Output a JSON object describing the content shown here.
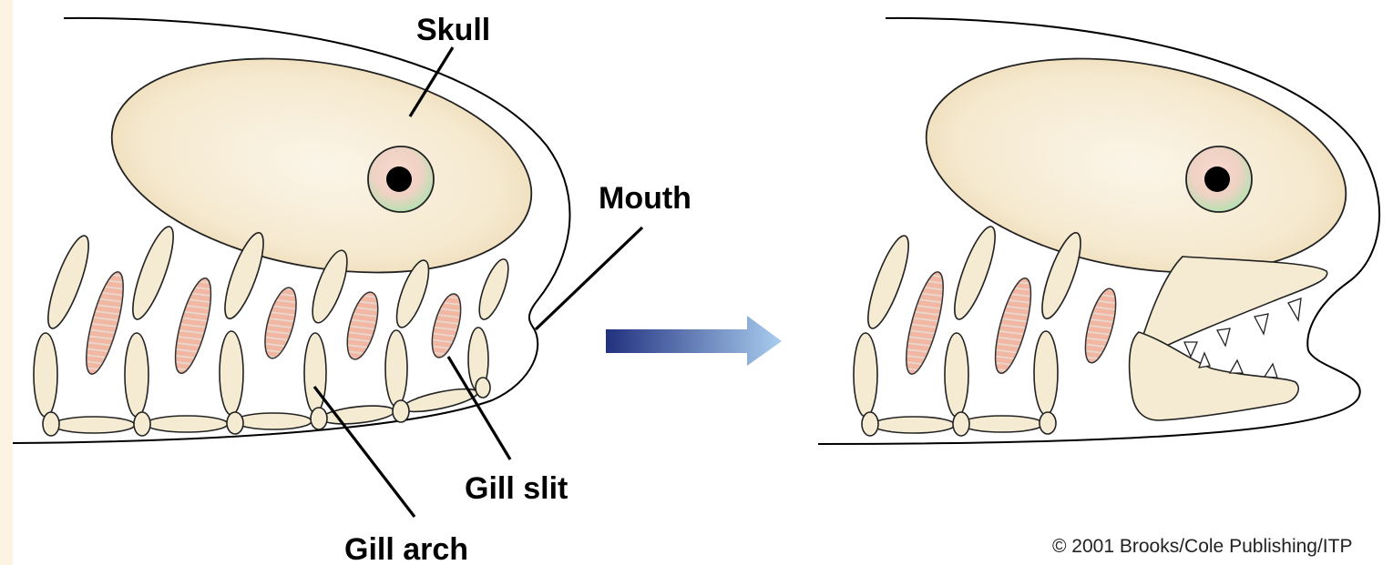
{
  "labels": {
    "skull": "Skull",
    "mouth": "Mouth",
    "gill_slit": "Gill slit",
    "gill_arch": "Gill arch"
  },
  "credit": "© 2001 Brooks/Cole Publishing/ITP",
  "colors": {
    "background": "#fcf3e3",
    "panel": "#ffffff",
    "bone": "#f5ebd3",
    "gill_slit": "#f1b7a3",
    "arrow_start": "#22317f",
    "arrow_end": "#a9cdef",
    "eye_iris": "#bfe2b8"
  }
}
